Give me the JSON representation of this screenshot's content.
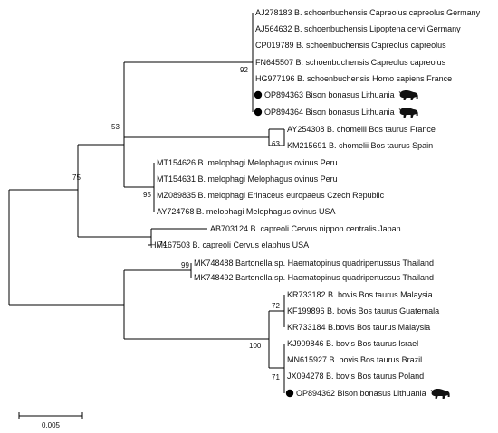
{
  "leaves": [
    {
      "id": "l1",
      "label": "AJ278183 B. schoenbuchensis Capreolus capreolus Germany",
      "marker": false,
      "bison": false
    },
    {
      "id": "l2",
      "label": "AJ564632 B. schoenbuchensis Lipoptena cervi Germany",
      "marker": false,
      "bison": false
    },
    {
      "id": "l3",
      "label": "CP019789 B. schoenbuchensis Capreolus capreolus",
      "marker": false,
      "bison": false
    },
    {
      "id": "l4",
      "label": "FN645507 B. schoenbuchensis Capreolus capreolus",
      "marker": false,
      "bison": false
    },
    {
      "id": "l5",
      "label": "HG977196 B. schoenbuchensis Homo sapiens France",
      "marker": false,
      "bison": false
    },
    {
      "id": "l6",
      "label": "OP894363 Bison bonasus Lithuania",
      "marker": true,
      "bison": true
    },
    {
      "id": "l7",
      "label": "OP894364 Bison bonasus Lithuania",
      "marker": true,
      "bison": true
    },
    {
      "id": "l8",
      "label": "AY254308 B. chomelii Bos taurus France",
      "marker": false,
      "bison": false
    },
    {
      "id": "l9",
      "label": "KM215691 B. chomelii Bos taurus Spain",
      "marker": false,
      "bison": false
    },
    {
      "id": "l10",
      "label": "MT154626 B. melophagi Melophagus ovinus Peru",
      "marker": false,
      "bison": false
    },
    {
      "id": "l11",
      "label": "MT154631 B. melophagi Melophagus ovinus Peru",
      "marker": false,
      "bison": false
    },
    {
      "id": "l12",
      "label": "MZ089835 B. melophagi Erinaceus europaeus Czech Republic",
      "marker": false,
      "bison": false
    },
    {
      "id": "l13",
      "label": "AY724768 B. melophagi Melophagus ovinus USA",
      "marker": false,
      "bison": false
    },
    {
      "id": "l14",
      "label": "AB703124 B. capreoli Cervus nippon centralis Japan",
      "marker": false,
      "bison": false
    },
    {
      "id": "l15",
      "label": "HM167503 B. capreoli Cervus elaphus USA",
      "marker": false,
      "bison": false
    },
    {
      "id": "l16",
      "label": "MK748488 Bartonella sp. Haematopinus quadripertussus Thailand",
      "marker": false,
      "bison": false
    },
    {
      "id": "l17",
      "label": "MK748492 Bartonella sp. Haematopinus quadripertussus Thailand",
      "marker": false,
      "bison": false
    },
    {
      "id": "l18",
      "label": "KR733182 B. bovis Bos taurus Malaysia",
      "marker": false,
      "bison": false
    },
    {
      "id": "l19",
      "label": "KF199896 B. bovis Bos taurus Guatemala",
      "marker": false,
      "bison": false
    },
    {
      "id": "l20",
      "label": "KR733184 B.bovis Bos taurus Malaysia",
      "marker": false,
      "bison": false
    },
    {
      "id": "l21",
      "label": "KJ909846 B. bovis Bos taurus Israel",
      "marker": false,
      "bison": false
    },
    {
      "id": "l22",
      "label": "MN615927 B. bovis Bos taurus Brazil",
      "marker": false,
      "bison": false
    },
    {
      "id": "l23",
      "label": "JX094278 B. bovis Bos taurus Poland",
      "marker": false,
      "bison": false
    },
    {
      "id": "l24",
      "label": "OP894362 Bison bonasus Lithuania",
      "marker": true,
      "bison": true
    }
  ],
  "bootstrap": [
    {
      "clade": "schoenbuchensis-clade",
      "value": "92"
    },
    {
      "clade": "schoen-chomelii-clade",
      "value": "53"
    },
    {
      "clade": "chomelii-clade",
      "value": "63"
    },
    {
      "clade": "main-clade",
      "value": "75"
    },
    {
      "clade": "melophagi-clade",
      "value": "95"
    },
    {
      "clade": "capreoli-clade",
      "value": "74"
    },
    {
      "clade": "bartonella-sp-clade",
      "value": "99"
    },
    {
      "clade": "bovis-clade",
      "value": "100"
    },
    {
      "clade": "bovis-subclade-a",
      "value": "72"
    },
    {
      "clade": "bovis-subclade-b",
      "value": "71"
    }
  ],
  "scale_bar": {
    "label": "0.005"
  },
  "colors": {
    "line": "#000000",
    "marker": "#000000"
  }
}
